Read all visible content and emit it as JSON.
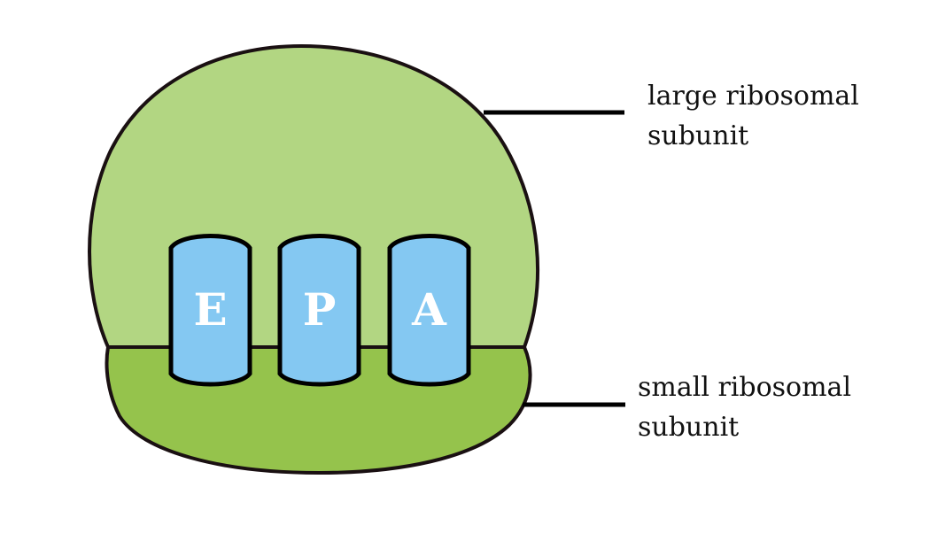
{
  "diagram": {
    "title": "Ribosome structure",
    "colors": {
      "large_subunit_fill": "#b2d682",
      "small_subunit_fill": "#95c34c",
      "site_fill": "#84c8f2",
      "outline": "#1a1012",
      "site_text": "#ffffff"
    },
    "sites": [
      {
        "letter": "E"
      },
      {
        "letter": "P"
      },
      {
        "letter": "A"
      }
    ],
    "labels": {
      "large": {
        "line1": "large ribosomal",
        "line2": "subunit"
      },
      "small": {
        "line1": "small ribosomal",
        "line2": "subunit"
      }
    }
  }
}
